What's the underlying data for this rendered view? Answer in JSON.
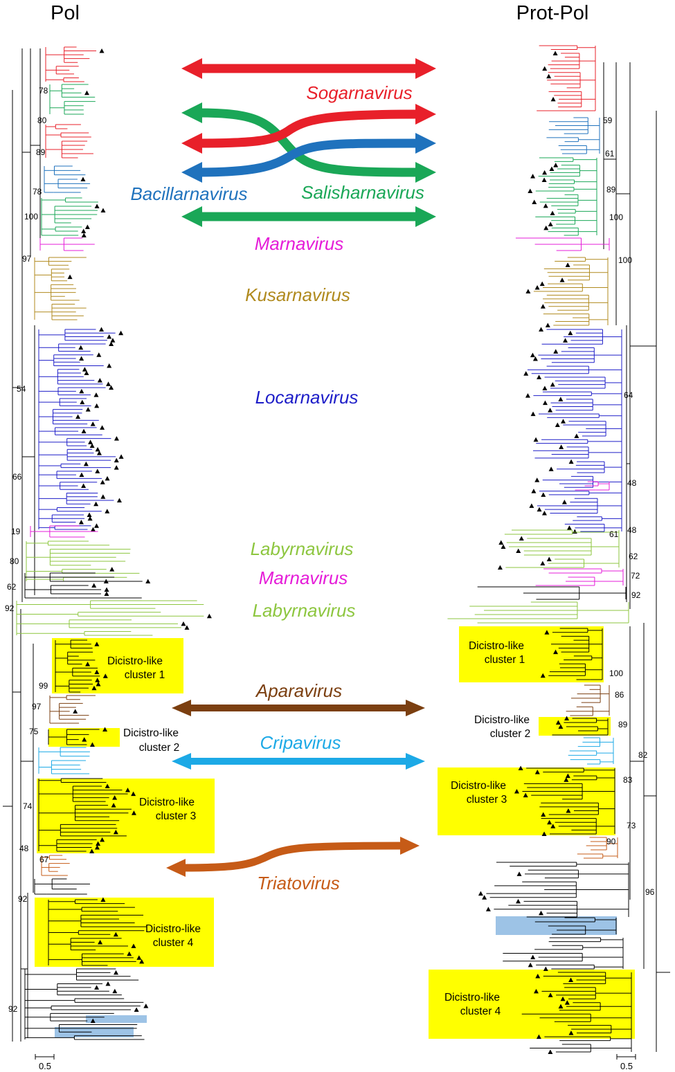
{
  "titles": {
    "left": "Pol",
    "right": "Prot-Pol"
  },
  "genera": [
    {
      "id": "sogarnavirus",
      "label": "Sogarnavirus",
      "color": "#e8202a"
    },
    {
      "id": "bacillarnavirus",
      "label": "Bacillarnavirus",
      "color": "#1f72bd"
    },
    {
      "id": "salisharnavirus",
      "label": "Salisharnavirus",
      "color": "#1aa757"
    },
    {
      "id": "marnavirus1",
      "label": "Marnavirus",
      "color": "#e51cd8"
    },
    {
      "id": "kusarnavirus",
      "label": "Kusarnavirus",
      "color": "#b08a1e"
    },
    {
      "id": "locarnavirus",
      "label": "Locarnavirus",
      "color": "#1d1dc8"
    },
    {
      "id": "labyrnavirus1",
      "label": "Labyrnavirus",
      "color": "#8dc63f"
    },
    {
      "id": "marnavirus2",
      "label": "Marnavirus",
      "color": "#e51cd8"
    },
    {
      "id": "labyrnavirus2",
      "label": "Labyrnavirus",
      "color": "#8dc63f"
    },
    {
      "id": "aparavirus",
      "label": "Aparavirus",
      "color": "#7b3f10"
    },
    {
      "id": "cripavirus",
      "label": "Cripavirus",
      "color": "#1ca9e6"
    },
    {
      "id": "triatovirus",
      "label": "Triatovirus",
      "color": "#c65b17"
    }
  ],
  "arrows": [
    {
      "id": "sogarnavirus-arrow",
      "color": "#e8202a"
    },
    {
      "id": "salisharnavirus-cross-arrow",
      "color": "#1aa757"
    },
    {
      "id": "sogarnavirus-cross-arrow",
      "color": "#e8202a"
    },
    {
      "id": "bacillarnavirus-cross-arrow",
      "color": "#1f72bd"
    },
    {
      "id": "salisharnavirus-arrow",
      "color": "#1aa757"
    },
    {
      "id": "aparavirus-arrow",
      "color": "#7b3f10"
    },
    {
      "id": "cripavirus-arrow",
      "color": "#1ca9e6"
    },
    {
      "id": "triatovirus-arrow",
      "color": "#c65b17"
    }
  ],
  "clusters": {
    "left": [
      {
        "line1": "Dicistro-like",
        "line2": "cluster 1"
      },
      {
        "line1": "Dicistro-like",
        "line2": "cluster 2"
      },
      {
        "line1": "Dicistro-like",
        "line2": "cluster 3"
      },
      {
        "line1": "Dicistro-like",
        "line2": "cluster 4"
      }
    ],
    "right": [
      {
        "line1": "Dicistro-like",
        "line2": "cluster 1"
      },
      {
        "line1": "Dicistro-like",
        "line2": "cluster 2"
      },
      {
        "line1": "Dicistro-like",
        "line2": "cluster 3"
      },
      {
        "line1": "Dicistro-like",
        "line2": "cluster 4"
      }
    ]
  },
  "bootstrap": {
    "left": [
      "78",
      "80",
      "89",
      "78",
      "100",
      "97",
      "54",
      "66",
      "19",
      "80",
      "62",
      "92",
      "99",
      "97",
      "75",
      "74",
      "48",
      "67",
      "92",
      "92"
    ],
    "right": [
      "59",
      "61",
      "89",
      "100",
      "100",
      "64",
      "48",
      "48",
      "61",
      "62",
      "72",
      "92",
      "100",
      "86",
      "89",
      "82",
      "83",
      "73",
      "90",
      "96"
    ]
  },
  "scale_bar": {
    "left": "0.5",
    "right": "0.5"
  },
  "colors": {
    "highlight": "#ffff00",
    "blue_box": "#9dc3e6",
    "branch": "#000000"
  }
}
